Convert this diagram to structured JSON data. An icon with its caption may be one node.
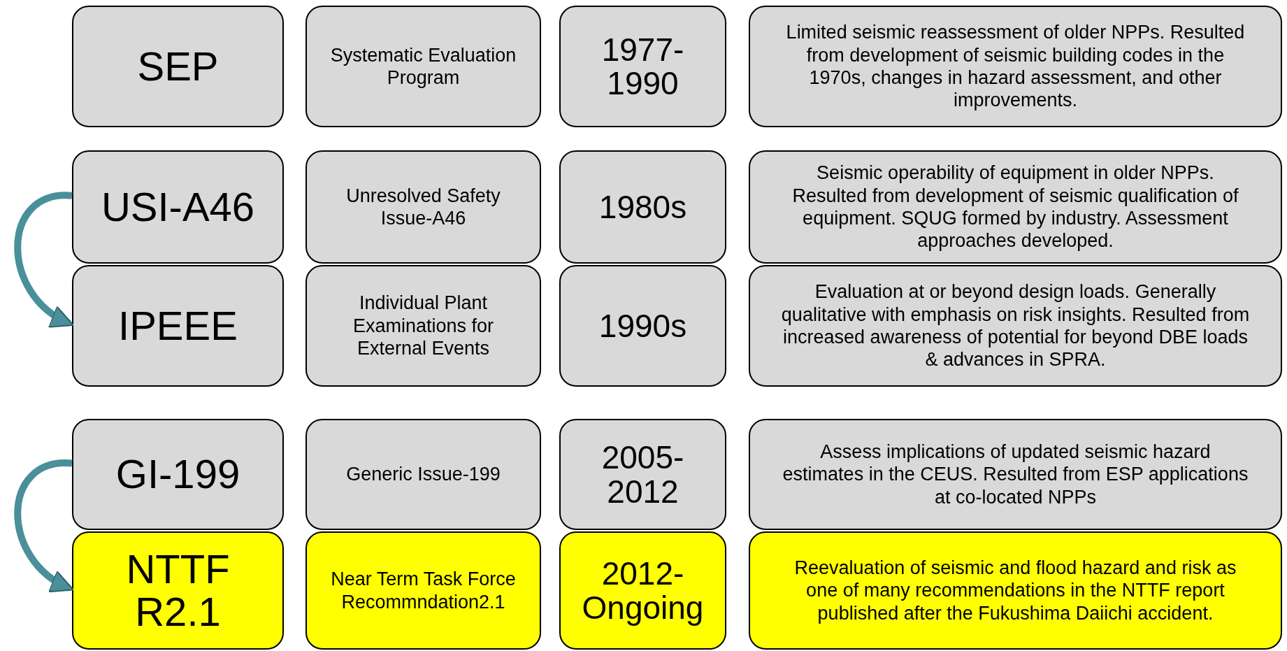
{
  "diagram": {
    "nodes": [
      {
        "text": [
          "SEP"
        ]
      },
      {
        "text": [
          "Systematic Evaluation Program"
        ]
      },
      {
        "text": [
          "1977- 1990"
        ]
      },
      {
        "text": [
          "Limited seismic reassessment of older NPPs. Resulted from development of seismic building codes in the 1970s, changes in hazard assessment, and other improvements."
        ]
      },
      {
        "text": [
          "USI-A46"
        ]
      },
      {
        "text": [
          "Unresolved Safety Issue-A46"
        ]
      },
      {
        "text": [
          "1980s"
        ]
      },
      {
        "text": [
          "Seismic operability of equipment in older NPPs. Resulted from development of seismic qualification of equipment. SQUG formed by industry. Assessment approaches developed."
        ]
      },
      {
        "text": [
          "IPEEE"
        ]
      },
      {
        "text": [
          "Individual Plant Examinations for External Events"
        ]
      },
      {
        "text": [
          "1990s"
        ]
      },
      {
        "text": [
          "Evaluation at or beyond design loads. Generally qualitative with emphasis on risk insights. Resulted from increased awareness of potential for beyond DBE loads & advances in SPRA."
        ]
      },
      {
        "text": [
          "GI-199"
        ]
      },
      {
        "text": [
          "Generic Issue-199"
        ]
      },
      {
        "text": [
          "2005- 2012"
        ]
      },
      {
        "text": [
          "Assess implications of updated seismic hazard estimates in the CEUS. Resulted from ESP applications at co-located NPPs"
        ]
      },
      {
        "text": [
          "NTTF R2.1"
        ]
      },
      {
        "text": [
          "Near Term Task Force Recommndation2.1"
        ]
      },
      {
        "text": [
          "2012- Ongoing"
        ]
      },
      {
        "text": [
          "Reevaluation of seismic and flood hazard and risk as one of many recommendations in the NTTF report published after the Fukushima Daiichi accident."
        ]
      }
    ],
    "edges": [
      {
        "from": 4,
        "to": 8,
        "arrow": "to"
      },
      {
        "from": 12,
        "to": 16,
        "arrow": "to"
      }
    ]
  }
}
